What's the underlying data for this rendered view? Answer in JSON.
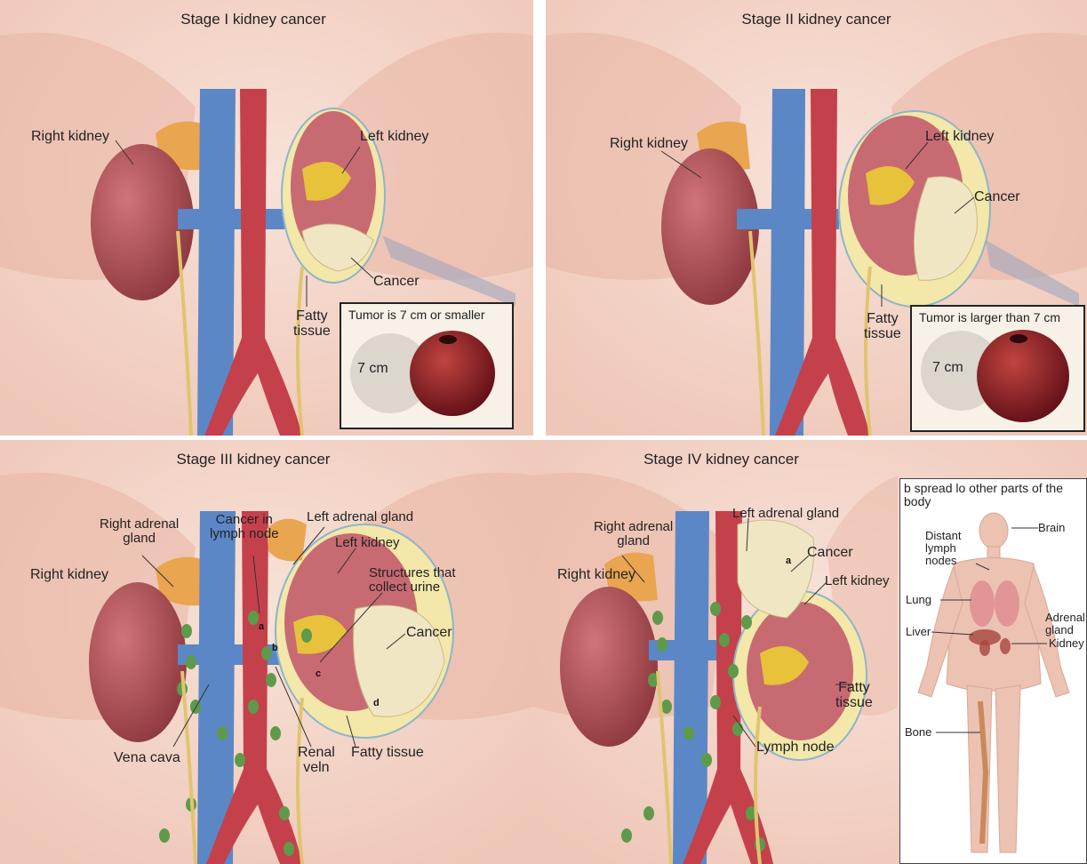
{
  "panels": {
    "stage1": {
      "title": "Stage I kidney cancer",
      "labels": {
        "right_kidney": "Right kidney",
        "left_kidney": "Left kidney",
        "cancer": "Cancer",
        "fatty_tissue": "Fatty\ntissue"
      },
      "inset": {
        "caption": "Tumor is 7 cm or smaller",
        "size_label": "7 cm"
      }
    },
    "stage2": {
      "title": "Stage II kidney cancer",
      "labels": {
        "right_kidney": "Right kidney",
        "left_kidney": "Left kidney",
        "cancer": "Cancer",
        "fatty_tissue": "Fatty\ntissue"
      },
      "inset": {
        "caption": "Tumor is larger than 7 cm",
        "size_label": "7 cm"
      }
    },
    "stage3": {
      "title": "Stage III kidney cancer",
      "labels": {
        "right_adrenal_gland": "Right adrenal\ngland",
        "cancer_in_lymph_node": "Cancer in\nlymph node",
        "left_adrenal_gland": "Left adrenal gland",
        "left_kidney": "Left kidney",
        "right_kidney": "Right kidney",
        "structures_collect_urine": "Structures that\ncollect urine",
        "cancer": "Cancer",
        "vena_cava": "Vena cava",
        "renal_vein": "Renal\nveln",
        "fatty_tissue": "Fatty tissue"
      },
      "letters": [
        "a",
        "b",
        "c",
        "d"
      ]
    },
    "stage4": {
      "title": "Stage IV kidney cancer",
      "labels": {
        "right_adrenal_gland": "Right adrenal\ngland",
        "left_adrenal_gland": "Left adrenal gland",
        "right_kidney": "Right kidney",
        "cancer": "Cancer",
        "left_kidney": "Left kidney",
        "fatty_tissue": "Fatty\ntissue",
        "lymph_node": "Lymph node"
      },
      "letters": [
        "a"
      ],
      "body_inset": {
        "caption": "b spread lo other parts of the body",
        "brain": "Brain",
        "distant_lymph_nodes": "Distant\nlymph\nnodes",
        "lung": "Lung",
        "adrenal_gland": "Adrenal\ngland",
        "liver": "Liver",
        "kidney": "Kidney",
        "bone": "Bone"
      }
    }
  },
  "colors": {
    "skin": "#f6ddd2",
    "muscle": "#e7b3a3",
    "kidney": "#b5585c",
    "vena_cava": "#5b87c6",
    "aorta": "#c4414b",
    "tumor": "#f1e6c4",
    "fat": "#f3e7a9",
    "lymph_node": "#5e9a4a",
    "apple": "#8e1b25"
  }
}
